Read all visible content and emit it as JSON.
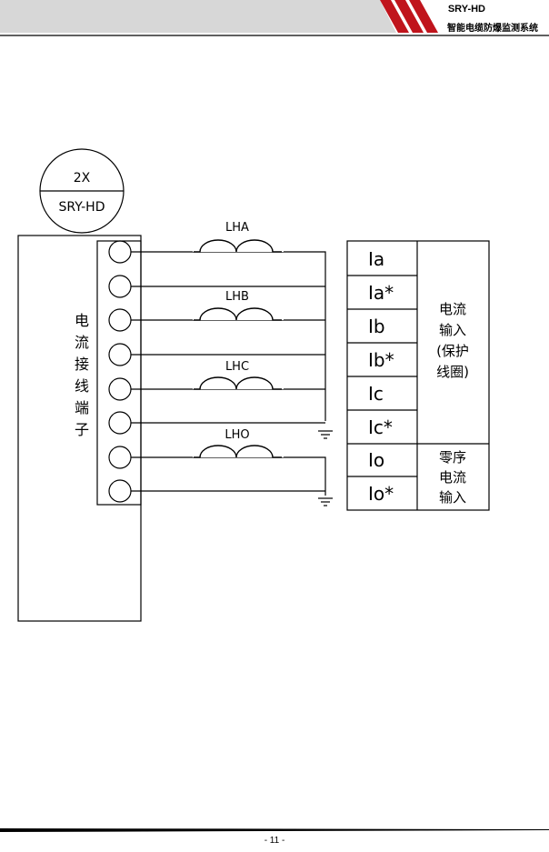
{
  "header": {
    "product": "SRY-HD",
    "system_name": "智能电缆防爆监测系统",
    "accent_color": "#c0141c"
  },
  "diagram": {
    "badge_top": "2X",
    "badge_bottom": "SRY-HD",
    "terminal_block_label": [
      "电",
      "流",
      "接",
      "线",
      "端",
      "子"
    ],
    "coils": [
      "LHA",
      "LHB",
      "LHC",
      "LHO"
    ],
    "pins": [
      "Ia",
      "Ia*",
      "Ib",
      "Ib*",
      "Ic",
      "Ic*",
      "Io",
      "Io*"
    ],
    "group_current": [
      "电流",
      "输入",
      "(保护",
      "线圈)"
    ],
    "group_zero": [
      "零序",
      "电流",
      "输入"
    ]
  },
  "footer": {
    "page": "- 11 -"
  }
}
